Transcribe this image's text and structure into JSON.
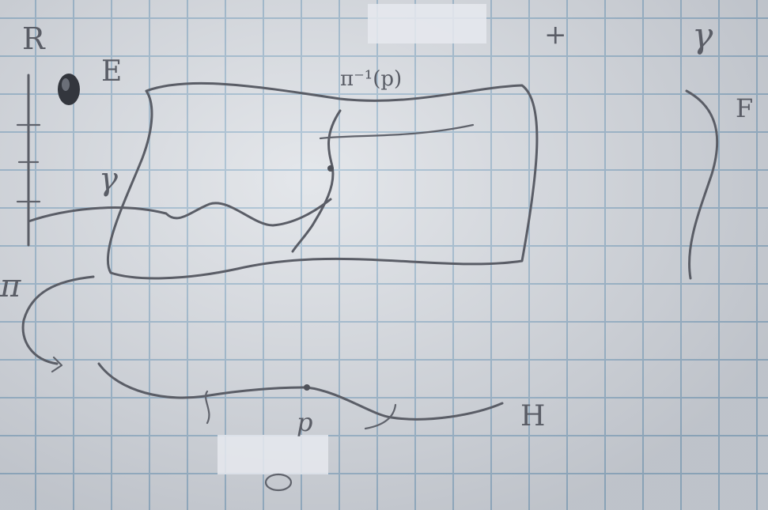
{
  "labels": {
    "R": "R",
    "E": "E",
    "F": "F",
    "H": "H",
    "p": "p",
    "gamma": "γ",
    "gamma_top": "γ",
    "pi": "π",
    "preimage": "π⁻¹(p)",
    "plus": "+"
  },
  "colors": {
    "ink": "#5a5d66",
    "paper": "#d6dae0",
    "grid": "#8faec6"
  }
}
